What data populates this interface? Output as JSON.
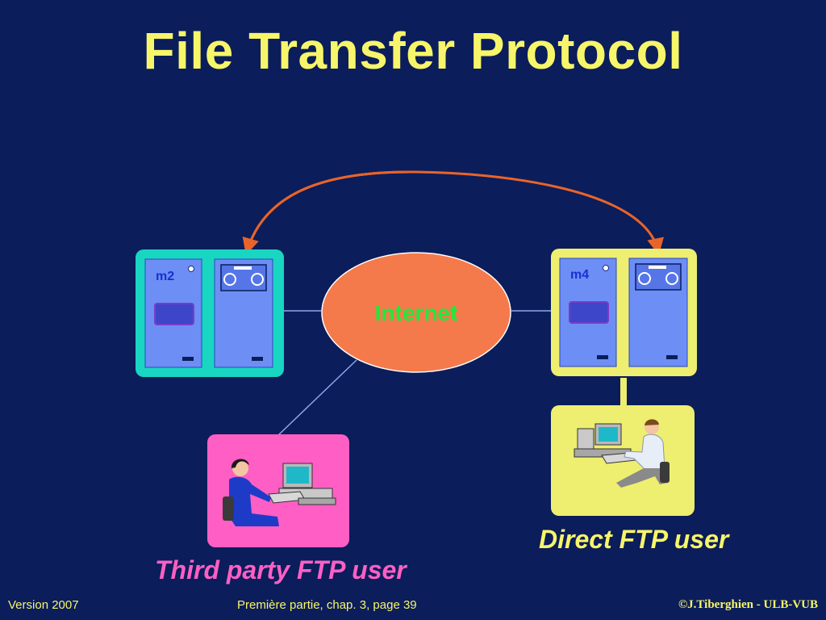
{
  "slide": {
    "title": "File Transfer Protocol"
  },
  "diagram": {
    "internet_label": "Internet",
    "servers": [
      {
        "label": "m2",
        "frame_color": "#19d6c2"
      },
      {
        "label": "m4",
        "frame_color": "#eeee70"
      }
    ],
    "users": [
      {
        "caption": "Third party FTP user",
        "panel_color": "#ff5fc4"
      },
      {
        "caption": "Direct FTP user",
        "panel_color": "#eeee70"
      }
    ],
    "colors": {
      "background": "#0b1d5a",
      "title": "#f7f56a",
      "internet_fill": "#f47a4c",
      "internet_text": "#22e83a",
      "arrow": "#e8642a",
      "server_unit": "#6d8ef5",
      "link_line": "#8fa9e8"
    }
  },
  "footer": {
    "version": "Version 2007",
    "page_ref": "Première partie, chap. 3, page  39",
    "copyright": "©J.Tiberghien - ULB-VUB"
  }
}
